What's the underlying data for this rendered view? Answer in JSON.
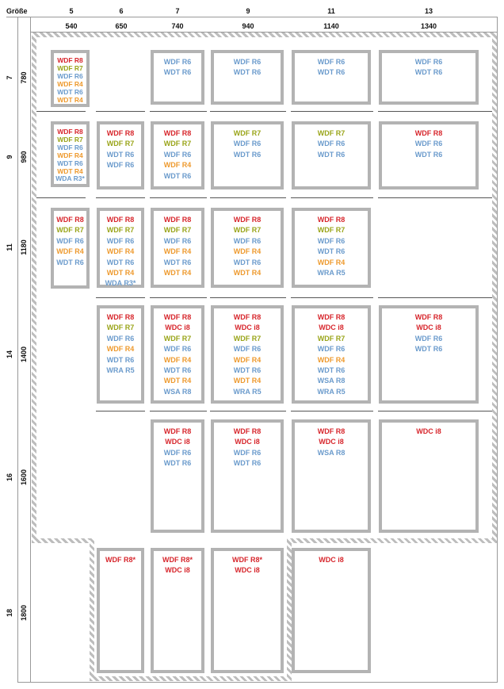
{
  "header": {
    "size_label": "Größe",
    "width_sizes": [
      "5",
      "6",
      "7",
      "9",
      "11",
      "13"
    ],
    "width_mm": [
      "540",
      "650",
      "740",
      "940",
      "1140",
      "1340"
    ]
  },
  "rows": {
    "height_sizes": [
      "7",
      "9",
      "11",
      "14",
      "16",
      "18"
    ],
    "height_mm": [
      "780",
      "980",
      "1180",
      "1400",
      "1600",
      "1800"
    ]
  },
  "colors": {
    "WDF R8": "#d7262c",
    "WDF R8*": "#d7262c",
    "WDC i8": "#d7262c",
    "WDF R7": "#9aa51a",
    "WDF R6": "#6b9bcc",
    "WDT R6": "#6b9bcc",
    "WRA R5": "#6b9bcc",
    "WSA R8": "#6b9bcc",
    "WDA R3*": "#6b9bcc",
    "WDF R4": "#ee9a2e",
    "WDT R4": "#ee9a2e",
    "WSA R4": "#ee9a2e",
    "frame": "#b3b3b3"
  },
  "cells": [
    [
      "WDF R8",
      "WDF R7",
      "WDF R6",
      "WDF R4",
      "WDT R6",
      "WDT R4"
    ],
    [
      "WDF R6",
      "WDT R6"
    ],
    [
      "WDF R6",
      "WDT R6"
    ],
    [
      "WDF R6",
      "WDT R6"
    ],
    [
      "WDF R6",
      "WDT R6"
    ],
    [
      "WDF R8",
      "WDF R7",
      "WDF R6",
      "WDF R4",
      "WDT R6",
      "WDT R4",
      "WDA R3*"
    ],
    [
      "WDF R8",
      "WDF R7",
      "WDT R6",
      "WDF R6"
    ],
    [
      "WDF R8",
      "WDF R7",
      "WDF R6",
      "WDF R4",
      "WDT R6"
    ],
    [
      "WDF R7",
      "WDF R6",
      "WDT R6"
    ],
    [
      "WDF R7",
      "WDF R6",
      "WDT R6"
    ],
    [
      "WDF R8",
      "WDF R6",
      "WDT R6"
    ],
    [
      "WDF R8",
      "WDF R7",
      "WDF R6",
      "WDF R4",
      "WDT R6"
    ],
    [
      "WDF R8",
      "WDF R7",
      "WDF R6",
      "WDF R4",
      "WDT R6",
      "WDT R4",
      "WDA R3*"
    ],
    [
      "WDF R8",
      "WDF R7",
      "WDF R6",
      "WDF R4",
      "WDT R6",
      "WDT R4"
    ],
    [
      "WDF R8",
      "WDF R7",
      "WDF R6",
      "WDF R4",
      "WDT R6",
      "WDT R4"
    ],
    [
      "WDF R8",
      "WDF R7",
      "WDF R6",
      "WDT R6",
      "WDF R4",
      "WRA R5"
    ],
    [
      "WDF R8",
      "WDF R7",
      "WDF R6",
      "WDF R4",
      "WDT R6",
      "WRA R5"
    ],
    [
      "WDF R8",
      "WDC i8",
      "WDF R7",
      "WDF R6",
      "WDF R4",
      "WDT R6",
      "WDT R4",
      "WSA R8"
    ],
    [
      "WDF R8",
      "WDC i8",
      "WDF R7",
      "WDF R6",
      "WDF R4",
      "WDT R6",
      "WDT R4",
      "WRA R5"
    ],
    [
      "WDF R8",
      "WDC i8",
      "WDF R7",
      "WDF R6",
      "WDF R4",
      "WDT R6",
      "WSA R8",
      "WRA R5"
    ],
    [
      "WDF R8",
      "WDC i8",
      "WDF R6",
      "WDT R6"
    ],
    [
      "WDF R8",
      "WDC i8",
      "WDF R6",
      "WDT R6"
    ],
    [
      "WDF R8",
      "WDC i8",
      "WDF R6",
      "WDT R6"
    ],
    [
      "WDF R8",
      "WDC i8",
      "WSA R8"
    ],
    [
      "WDC i8"
    ],
    [
      "WDF R8*"
    ],
    [
      "WDF R8*",
      "WDC i8"
    ],
    [
      "WDF R8*",
      "WDC i8"
    ],
    [
      "WDC i8"
    ]
  ]
}
